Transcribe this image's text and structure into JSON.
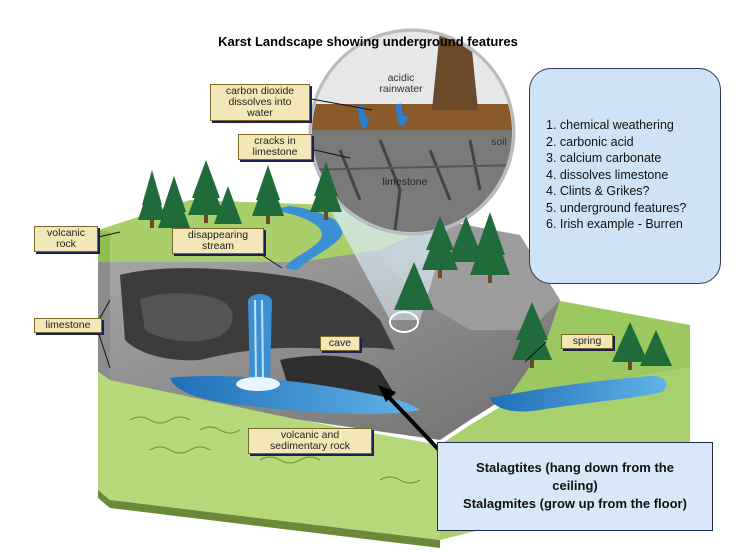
{
  "title": "Karst Landscape showing underground features",
  "labels": {
    "co2": "carbon dioxide dissolves into water",
    "acidic": "acidic rainwater",
    "cracks": "cracks in limestone",
    "soil": "soil",
    "limestone_inset": "limestone",
    "volcanic_rock": "volcanic rock",
    "disappearing": "disappearing stream",
    "limestone_side": "limestone",
    "cave": "cave",
    "spring": "spring",
    "volcanic_sed": "volcanic and sedimentary rock"
  },
  "notes": [
    "1. chemical weathering",
    "2. carbonic acid",
    "3. calcium carbonate",
    "4. dissolves limestone",
    "4. Clints & Grikes?",
    "5. underground features?",
    "6. Irish example - Burren"
  ],
  "stalactites": {
    "line1": "Stalagtites (hang down from the ceiling)",
    "line2": "Stalagmites (grow up from the floor)"
  }
}
